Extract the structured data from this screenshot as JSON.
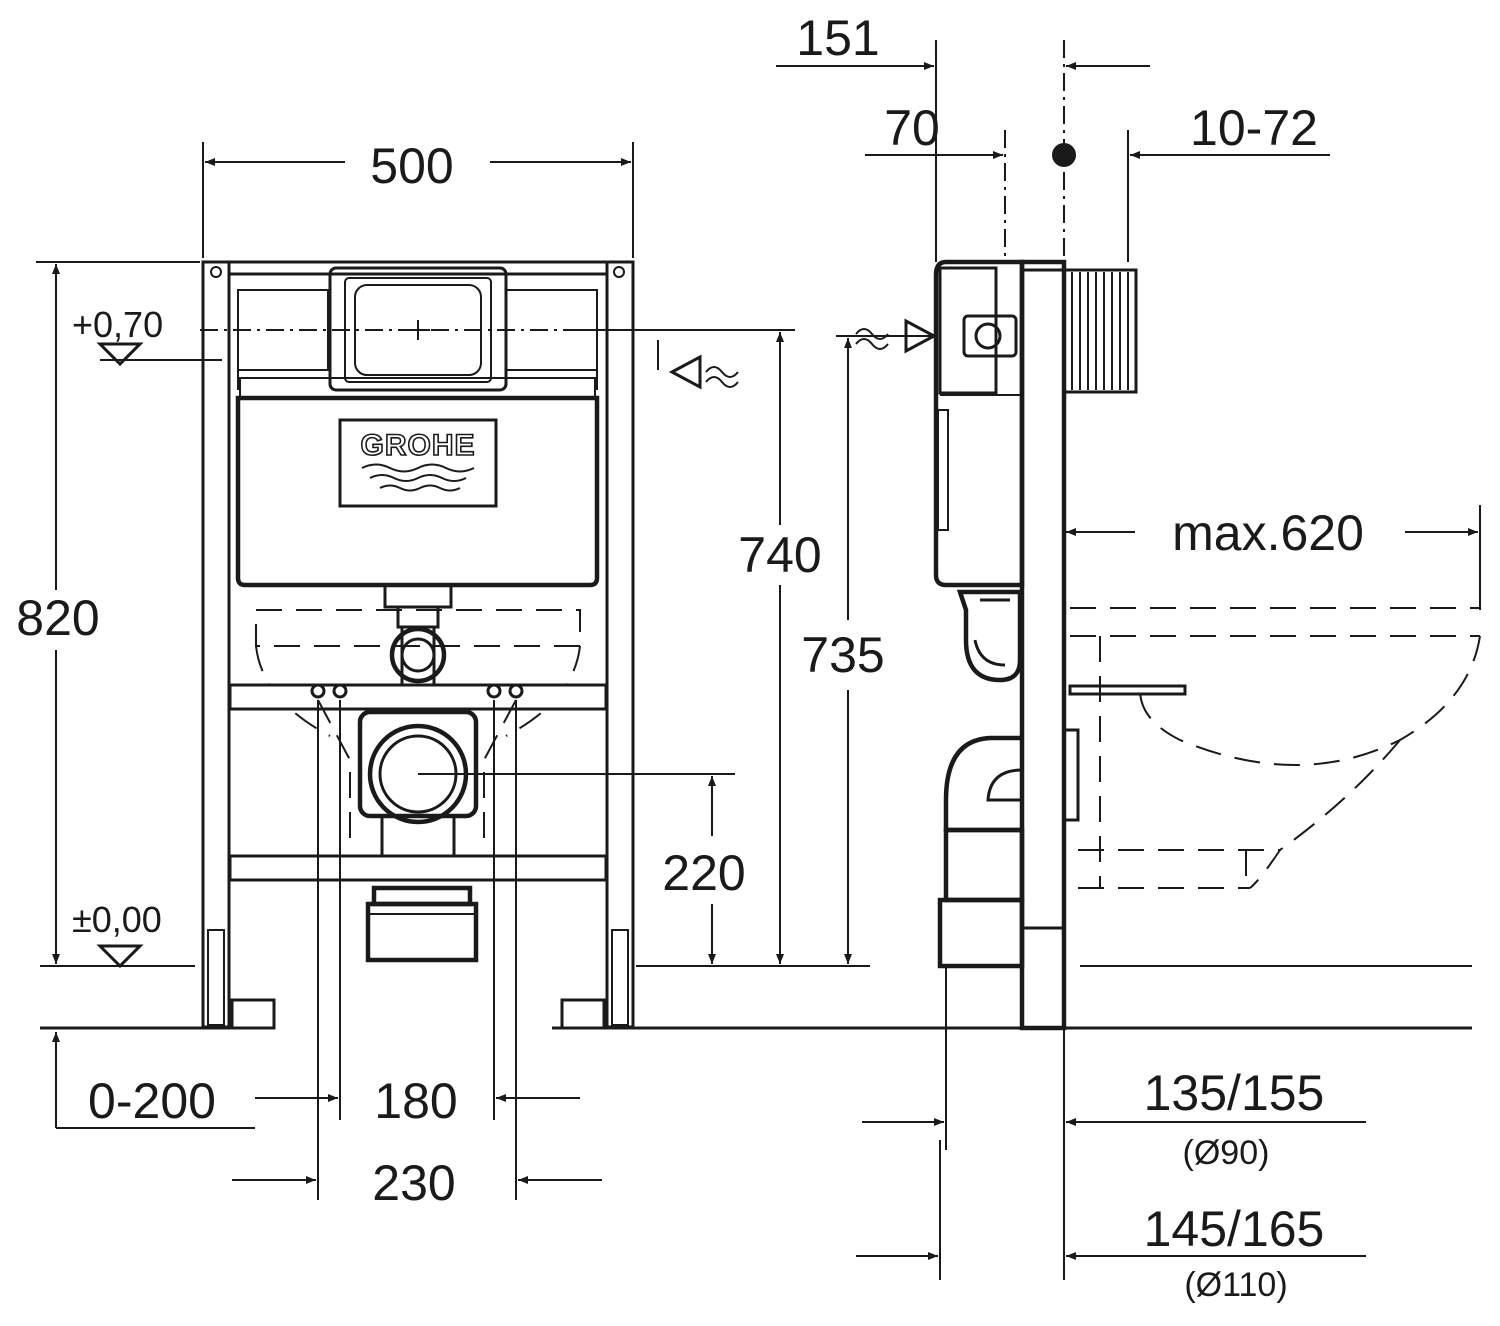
{
  "brand": {
    "logo_text": "GROHE"
  },
  "front_view": {
    "width": "500",
    "height": "820",
    "level_top": "+0,70",
    "level_floor": "±0,00",
    "drain_height": "220",
    "foot_adjust": "0-200",
    "bolt_spacing_inner": "180",
    "bolt_spacing_outer": "230"
  },
  "side_view": {
    "depth_total": "151",
    "depth_cistern": "70",
    "wall_range": "10-72",
    "height_supply_front": "740",
    "height_supply_side": "735",
    "bowl_projection": "max.620",
    "drain_offset_1": "135/155",
    "drain_diameter_1": "(Ø90)",
    "drain_offset_2": "145/165",
    "drain_diameter_2": "(Ø110)"
  }
}
